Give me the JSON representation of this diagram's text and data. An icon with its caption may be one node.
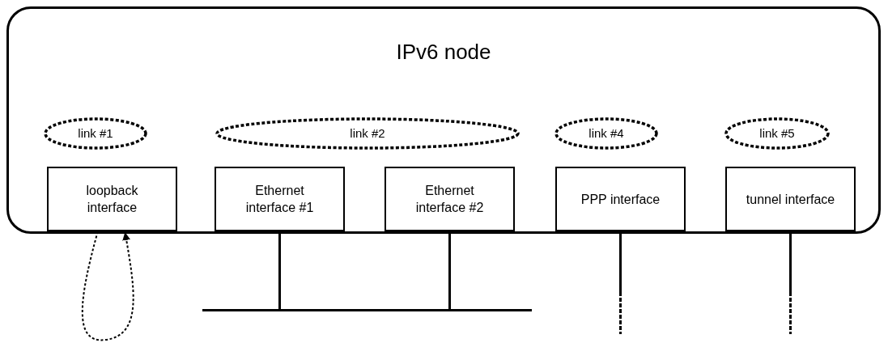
{
  "diagram": {
    "nodes": [
      {
        "text": [
          "IPv6 node"
        ]
      },
      {
        "text": [
          "link #1"
        ],
        "in": 0
      },
      {
        "text": [
          "link #2"
        ],
        "in": 0
      },
      {
        "text": [
          "link #4"
        ],
        "in": 0
      },
      {
        "text": [
          "link #5"
        ],
        "in": 0
      },
      {
        "text": [
          "loopback interface"
        ],
        "in": 0
      },
      {
        "text": [
          "Ethernet interface #1"
        ],
        "in": 0
      },
      {
        "text": [
          "Ethernet interface #2"
        ],
        "in": 0
      },
      {
        "text": [
          "PPP interface"
        ],
        "in": 0
      },
      {
        "text": [
          "tunnel interface"
        ],
        "in": 0
      },
      {
        "text": [],
        "shape": "bar"
      }
    ],
    "edges": [
      {
        "from": 5,
        "to": 5,
        "arrow": "to",
        "style": "dashed"
      },
      {
        "from": 6,
        "to": 10,
        "arrow": "none"
      },
      {
        "from": 7,
        "to": 10,
        "arrow": "none"
      },
      {
        "from": 8,
        "to": null,
        "arrow": "none",
        "style": "dashed"
      },
      {
        "from": 9,
        "to": null,
        "arrow": "none",
        "style": "dashed"
      }
    ]
  }
}
